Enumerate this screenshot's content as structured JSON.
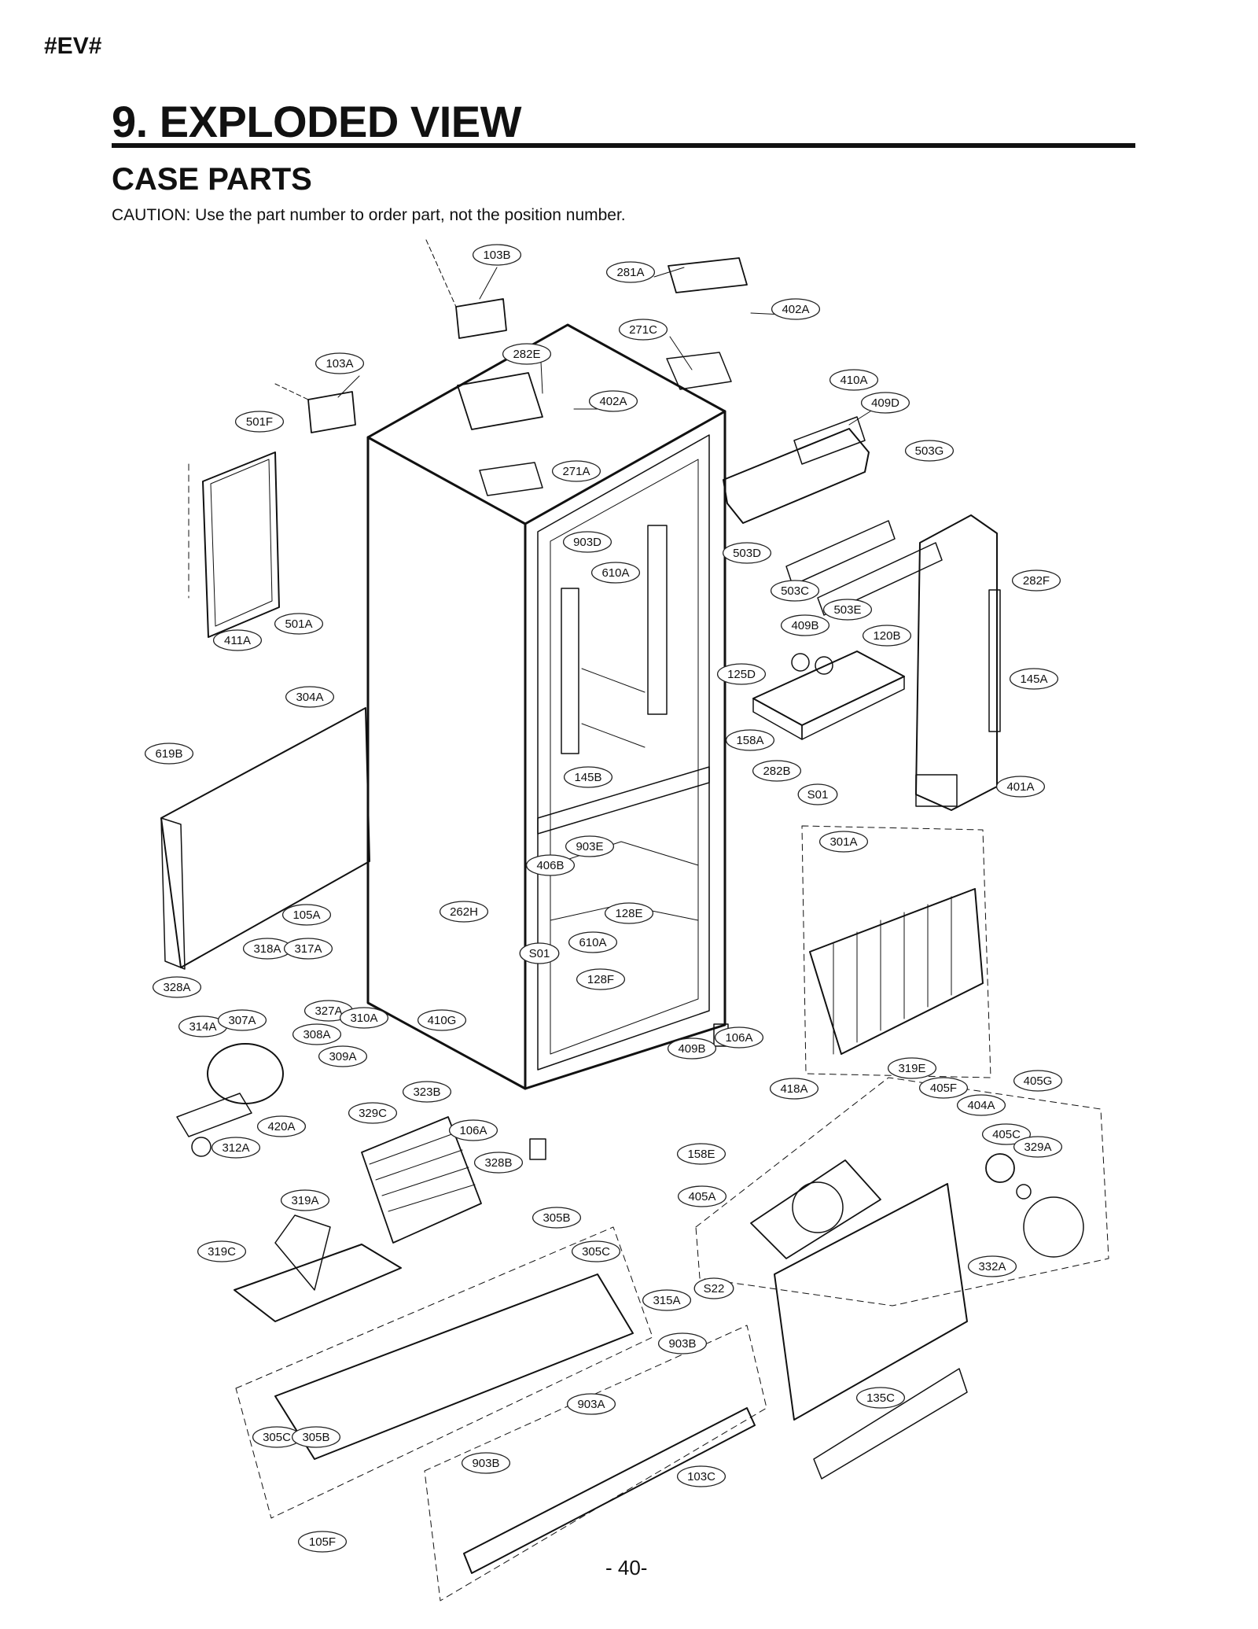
{
  "header": {
    "tag": "#EV#",
    "title": "9. EXPLODED VIEW",
    "subtitle": "CASE PARTS",
    "caution": "CAUTION: Use the part number to order part, not the position number."
  },
  "footer": {
    "page_number": "- 40-"
  },
  "part_labels": [
    "103B",
    "281A",
    "402A",
    "271C",
    "103A",
    "282E",
    "402A",
    "410A",
    "409D",
    "501F",
    "503G",
    "271A",
    "903D",
    "610A",
    "503D",
    "503C",
    "282F",
    "501A",
    "411A",
    "409B",
    "503E",
    "120B",
    "304A",
    "125D",
    "145A",
    "619B",
    "158A",
    "145B",
    "282B",
    "S01",
    "401A",
    "903E",
    "301A",
    "406B",
    "105A",
    "262H",
    "128E",
    "318A",
    "317A",
    "610A",
    "S01",
    "128F",
    "328A",
    "327A",
    "310A",
    "410G",
    "106A",
    "314A",
    "307A",
    "308A",
    "409B",
    "309A",
    "418A",
    "319E",
    "405G",
    "405F",
    "323B",
    "329C",
    "404A",
    "420A",
    "106A",
    "405C",
    "329A",
    "312A",
    "328B",
    "158E",
    "405A",
    "319A",
    "305B",
    "305C",
    "319C",
    "332A",
    "S22",
    "315A",
    "903B",
    "903A",
    "305C",
    "305B",
    "135C",
    "903B",
    "103C",
    "105F"
  ]
}
